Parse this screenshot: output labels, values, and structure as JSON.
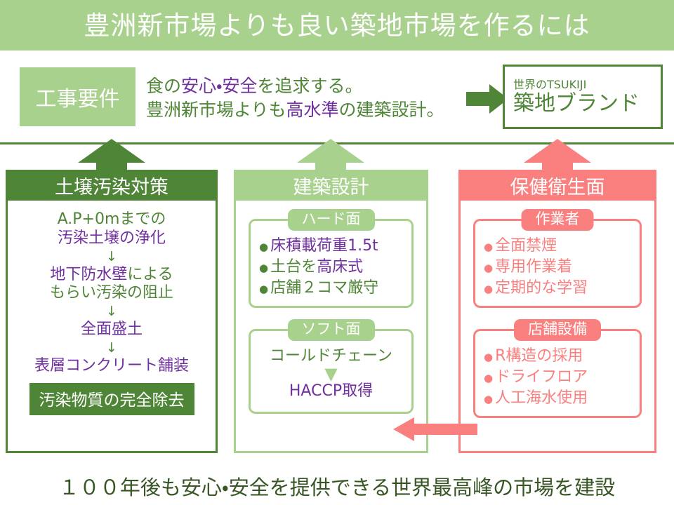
{
  "title": "豊洲新市場よりも良い築地市場を作るには",
  "colors": {
    "light_green": "#a9d18e",
    "dark_green": "#4f8536",
    "pink": "#fa8080",
    "purple": "#7030a0",
    "bottom_green": "#375623"
  },
  "requirements": {
    "tag_label": "工事要件",
    "line1": [
      {
        "text": "食の",
        "color": "green"
      },
      {
        "text": "安心・安全",
        "color": "purple"
      },
      {
        "text": "を追求する。",
        "color": "green"
      }
    ],
    "line2": [
      {
        "text": "豊洲新市場よりも",
        "color": "green"
      },
      {
        "text": "高水準",
        "color": "purple"
      },
      {
        "text": "の建築設計。",
        "color": "green"
      }
    ],
    "arrow_icon": "arrow-right-icon"
  },
  "brand_box": {
    "small_label": "世界のTSUKIJI",
    "big_label": "築地ブランド"
  },
  "columns": [
    {
      "id": "soil",
      "header": "土壌汚染対策",
      "accent": "dark_green",
      "arrow_icon": "arrow-up-icon",
      "flow": [
        {
          "segments": [
            {
              "text": "A.P+0mまでの",
              "color": "green"
            }
          ]
        },
        {
          "segments": [
            {
              "text": "汚染土壌の浄化",
              "color": "purple"
            }
          ]
        },
        {
          "arrow": "↓"
        },
        {
          "segments": [
            {
              "text": "地下防水壁",
              "color": "purple"
            },
            {
              "text": "による",
              "color": "green"
            }
          ]
        },
        {
          "segments": [
            {
              "text": "もらい汚染の阻止",
              "color": "green"
            }
          ]
        },
        {
          "arrow": "↓"
        },
        {
          "segments": [
            {
              "text": "全面盛土",
              "color": "purple"
            }
          ]
        },
        {
          "arrow": "↓"
        },
        {
          "segments": [
            {
              "text": "表層コンクリート舗装",
              "color": "purple"
            }
          ]
        }
      ],
      "final_label": "汚染物質の完全除去"
    },
    {
      "id": "architecture",
      "header": "建築設計",
      "accent": "light_green",
      "arrow_icon": "arrow-up-icon",
      "subsections": [
        {
          "tag": "ハード面",
          "type": "bullets",
          "items": [
            {
              "segments": [
                {
                  "text": "床積載荷重1.5t",
                  "color": "purple"
                }
              ]
            },
            {
              "segments": [
                {
                  "text": "土台を",
                  "color": "green"
                },
                {
                  "text": "高床式",
                  "color": "purple"
                }
              ]
            },
            {
              "segments": [
                {
                  "text": "店舗２コマ厳守",
                  "color": "green"
                }
              ]
            }
          ]
        },
        {
          "tag": "ソフト面",
          "type": "flow",
          "lines": [
            {
              "segments": [
                {
                  "text": "コールドチェーン",
                  "color": "green"
                }
              ]
            },
            {
              "arrow": "▼"
            },
            {
              "segments": [
                {
                  "text": "HACCP取得",
                  "color": "purple"
                }
              ]
            }
          ]
        }
      ]
    },
    {
      "id": "health",
      "header": "保健衛生面",
      "accent": "pink",
      "arrow_icon": "arrow-up-icon",
      "subsections": [
        {
          "tag": "作業者",
          "type": "bullets",
          "items": [
            {
              "segments": [
                {
                  "text": "全面禁煙",
                  "color": "pink"
                }
              ]
            },
            {
              "segments": [
                {
                  "text": "専用作業着",
                  "color": "pink"
                }
              ]
            },
            {
              "segments": [
                {
                  "text": "定期的な学習",
                  "color": "pink"
                }
              ]
            }
          ]
        },
        {
          "tag": "店舗設備",
          "type": "bullets",
          "items": [
            {
              "segments": [
                {
                  "text": "R構造の採用",
                  "color": "pink"
                }
              ]
            },
            {
              "segments": [
                {
                  "text": "ドライフロア",
                  "color": "pink"
                }
              ]
            },
            {
              "segments": [
                {
                  "text": "人工海水使用",
                  "color": "pink"
                }
              ]
            }
          ]
        }
      ]
    }
  ],
  "connector": {
    "icon": "arrow-left-icon",
    "from": "health-column",
    "to": "haccp-item"
  },
  "footer": "１００年後も安心・安全を提供できる世界最高峰の市場を建設"
}
